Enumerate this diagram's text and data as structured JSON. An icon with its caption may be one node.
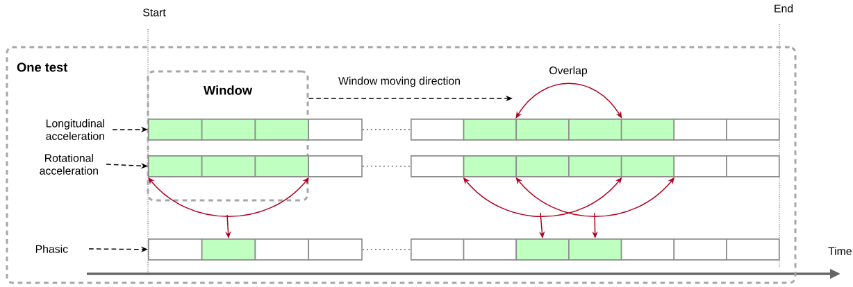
{
  "diagram": {
    "nodes": [
      {
        "text": [
          "One test"
        ]
      },
      {
        "text": [
          "Window"
        ],
        "in": 0
      },
      {
        "text": [
          "Longitudinal acceleration"
        ],
        "in": 0
      },
      {
        "text": [
          "Rotational acceleration"
        ],
        "in": 0
      },
      {
        "text": [
          "Phasic"
        ],
        "in": 0
      },
      {
        "text": [],
        "shape": "box",
        "in": 1
      },
      {
        "text": [],
        "shape": "box",
        "in": 1
      },
      {
        "text": [],
        "shape": "box",
        "in": 1
      },
      {
        "text": [],
        "shape": "box",
        "in": 0
      },
      {
        "text": [],
        "shape": "box",
        "in": 0
      },
      {
        "text": [],
        "shape": "box",
        "in": 0
      },
      {
        "text": [],
        "shape": "box",
        "in": 0
      },
      {
        "text": [],
        "shape": "box",
        "in": 0
      },
      {
        "text": [],
        "shape": "box",
        "in": 0
      },
      {
        "text": [],
        "shape": "box",
        "in": 0
      },
      {
        "text": [],
        "shape": "box",
        "in": 0
      },
      {
        "text": [],
        "shape": "box",
        "in": 1
      },
      {
        "text": [],
        "shape": "box",
        "in": 1
      },
      {
        "text": [],
        "shape": "box",
        "in": 1
      },
      {
        "text": [],
        "shape": "box",
        "in": 0
      },
      {
        "text": [],
        "shape": "box",
        "in": 0
      },
      {
        "text": [],
        "shape": "box",
        "in": 0
      },
      {
        "text": [],
        "shape": "box",
        "in": 0
      },
      {
        "text": [],
        "shape": "box",
        "in": 0
      },
      {
        "text": [],
        "shape": "box",
        "in": 0
      },
      {
        "text": [],
        "shape": "box",
        "in": 0
      },
      {
        "text": [],
        "shape": "box",
        "in": 0
      },
      {
        "text": [],
        "shape": "box",
        "in": 0
      },
      {
        "text": [],
        "shape": "box",
        "in": 0
      },
      {
        "text": [],
        "shape": "box",
        "in": 0
      },
      {
        "text": [],
        "shape": "box",
        "in": 0
      },
      {
        "text": [],
        "shape": "box",
        "in": 0
      },
      {
        "text": [],
        "shape": "box",
        "in": 0
      },
      {
        "text": [],
        "shape": "box",
        "in": 0
      },
      {
        "text": [],
        "shape": "box",
        "in": 0
      },
      {
        "text": [],
        "shape": "box",
        "in": 0
      },
      {
        "text": [],
        "shape": "box",
        "in": 0
      },
      {
        "text": [],
        "shape": "box",
        "in": 0
      }
    ],
    "edges": [
      {
        "from": 2,
        "to": 5,
        "arrow": "to",
        "style": "dashed",
        "color": "#000000"
      },
      {
        "from": 3,
        "to": 16,
        "arrow": "to",
        "style": "dashed",
        "color": "#000000"
      },
      {
        "from": 4,
        "to": 27,
        "arrow": "to",
        "style": "dashed",
        "color": "#000000"
      },
      {
        "from": 8,
        "to": 9,
        "arrow": "none",
        "style": "dashed",
        "color": "#666666"
      },
      {
        "from": 19,
        "to": 20,
        "arrow": "none",
        "style": "dashed",
        "color": "#666666"
      },
      {
        "from": 30,
        "to": 31,
        "arrow": "none",
        "style": "dashed",
        "color": "#666666"
      },
      {
        "from": 1,
        "to": null,
        "arrow": "to",
        "style": "dashed",
        "color": "#000000",
        "label": "Window moving direction"
      },
      {
        "from": 16,
        "to": 18,
        "arrow": "both",
        "color": "#b0001e"
      },
      {
        "from": null,
        "to": 28,
        "arrow": "to",
        "color": "#b0001e"
      },
      {
        "from": 21,
        "to": 23,
        "arrow": "both",
        "color": "#b0001e"
      },
      {
        "from": 22,
        "to": 24,
        "arrow": "both",
        "color": "#b0001e"
      },
      {
        "from": null,
        "to": 33,
        "arrow": "to",
        "color": "#b0001e"
      },
      {
        "from": null,
        "to": 34,
        "arrow": "to",
        "color": "#b0001e"
      },
      {
        "from": 11,
        "to": 12,
        "arrow": "both",
        "color": "#b0001e",
        "label": "Overlap"
      }
    ],
    "labels": [
      "Start",
      "End",
      "Time"
    ]
  }
}
